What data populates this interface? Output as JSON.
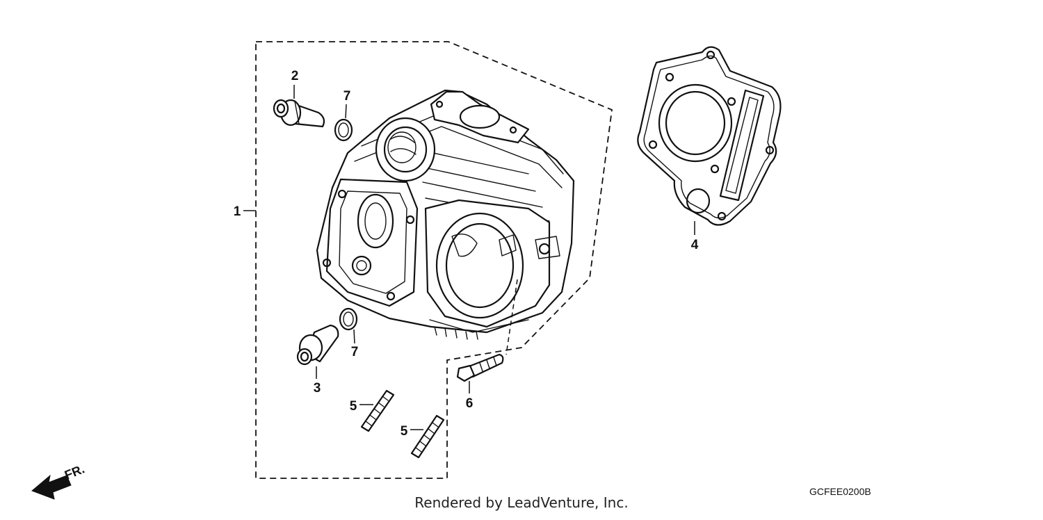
{
  "callouts": {
    "c1": "1",
    "c2": "2",
    "c3": "3",
    "c4": "4",
    "c5a": "5",
    "c5b": "5",
    "c6": "6",
    "c7a": "7",
    "c7b": "7"
  },
  "front_indicator": "FR.",
  "diagram_code": "GCFEE0200B",
  "credit": "Rendered by LeadVenture, Inc."
}
